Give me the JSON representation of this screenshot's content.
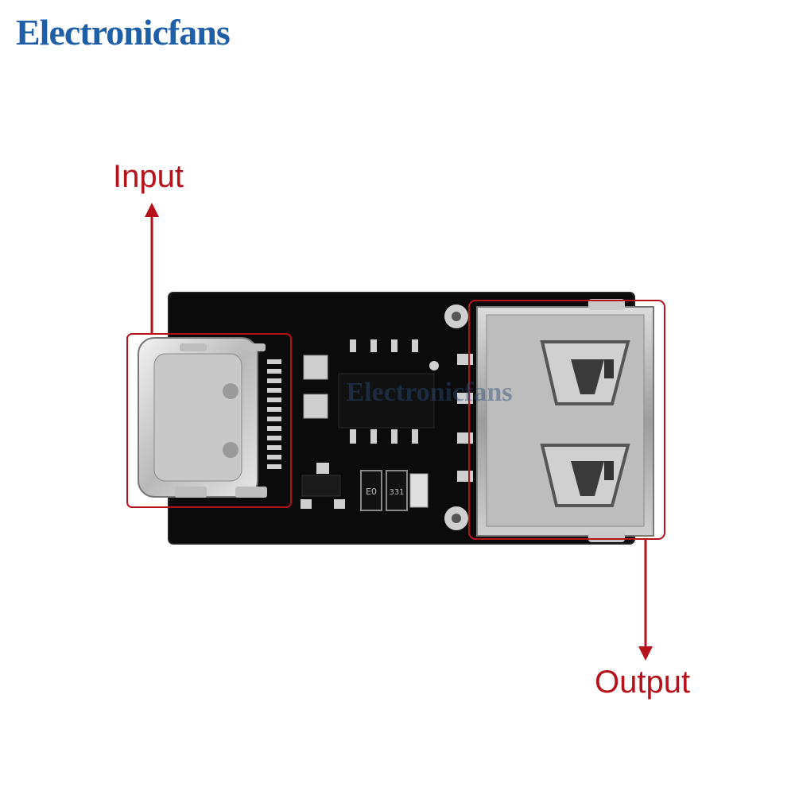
{
  "brand": {
    "name": "Electronicfans",
    "color": "#1f5fa8"
  },
  "labels": {
    "input": "Input",
    "output": "Output",
    "color": "#b5121b"
  },
  "board": {
    "pcb_color": "#0b0b0b",
    "watermark": "Electronicfans",
    "component_markings": [
      "E0",
      "331"
    ]
  }
}
